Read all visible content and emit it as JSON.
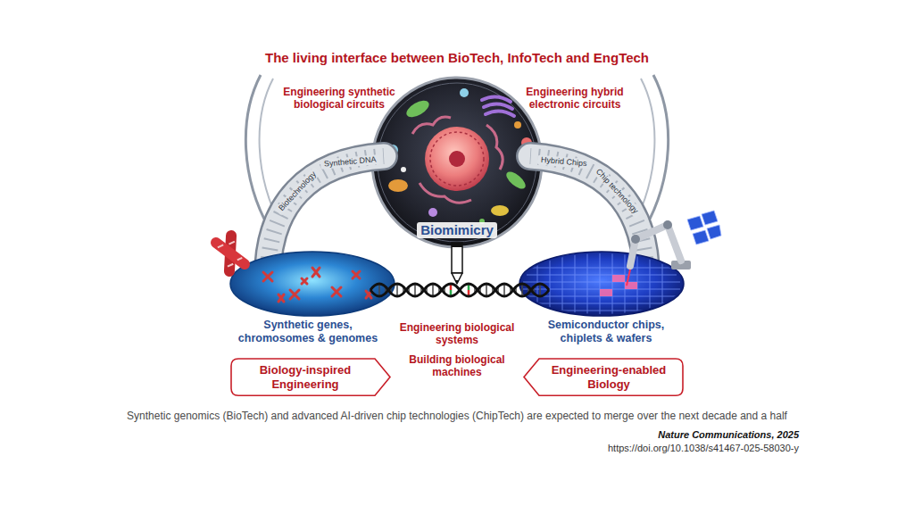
{
  "diagram": {
    "title": "The living interface between BioTech, InfoTech and EngTech",
    "caption": "Synthetic genomics (BioTech) and advanced AI-driven chip technologies (ChipTech) are expected to merge over the next decade and a half",
    "nodes": [
      {
        "text": [
          "Biology-inspired Engineering"
        ]
      },
      {
        "text": [
          "Engineering-enabled Biology"
        ]
      }
    ],
    "labels": [
      "Engineering synthetic biological circuits",
      "Engineering hybrid electronic circuits",
      "Synthetic DNA",
      "Hybrid Chips",
      "Biotechnology",
      "Chip technology",
      "Biomimicry",
      "Synthetic genes, chromosomes & genomes",
      "Engineering biological systems",
      "Semiconductor chips, chiplets & wafers",
      "Building biological machines",
      "Nature Communications, 2025",
      "https://doi.org/10.1038/s41467-025-58030-y"
    ]
  }
}
